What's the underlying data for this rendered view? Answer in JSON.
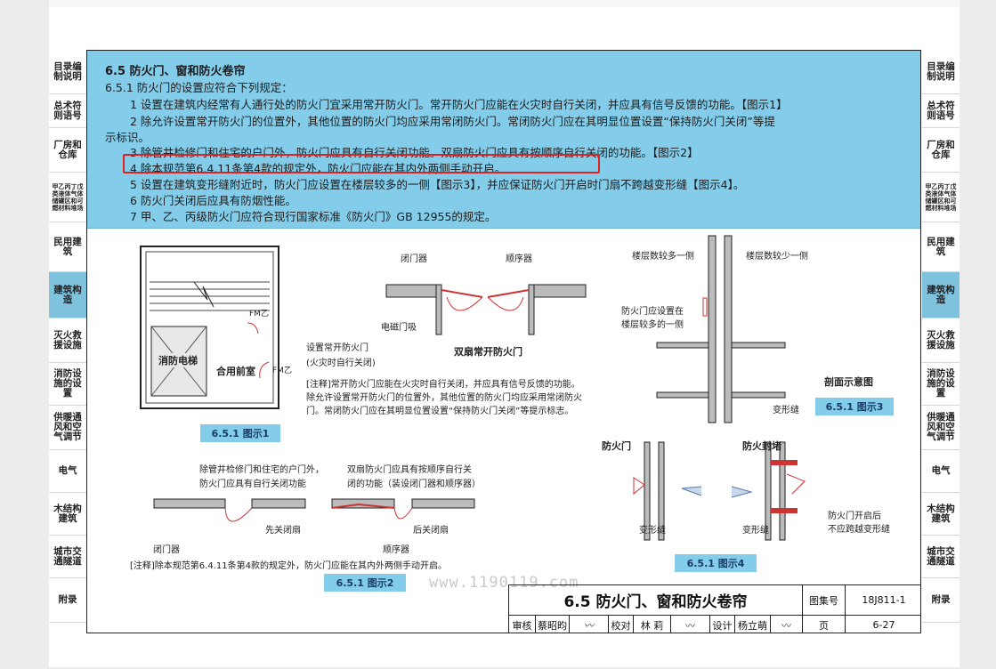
{
  "left_tabs": [
    {
      "label": "目录编制说明",
      "active": false
    },
    {
      "label": "总术符则语号",
      "active": false
    },
    {
      "label": "厂房和仓库",
      "active": false
    },
    {
      "label": "甲乙丙丁戊类液体气体储罐区和可燃材料堆场",
      "active": false
    },
    {
      "label": "民用建筑",
      "active": false
    },
    {
      "label": "建筑构造",
      "active": true
    },
    {
      "label": "灭火救援设施",
      "active": false
    },
    {
      "label": "消防设施的设置",
      "active": false
    },
    {
      "label": "供暖通风和空气调节",
      "active": false
    },
    {
      "label": "电气",
      "active": false
    },
    {
      "label": "木结构建筑",
      "active": false
    },
    {
      "label": "城市交通隧道",
      "active": false
    },
    {
      "label": "附录",
      "active": false
    }
  ],
  "right_tabs": [
    {
      "label": "目录编制说明",
      "active": false
    },
    {
      "label": "总术符则语号",
      "active": false
    },
    {
      "label": "厂房和仓库",
      "active": false
    },
    {
      "label": "甲乙丙丁戊类液体气体储罐区和可燃材料堆场",
      "active": false
    },
    {
      "label": "民用建筑",
      "active": false
    },
    {
      "label": "建筑构造",
      "active": true
    },
    {
      "label": "灭火救援设施",
      "active": false
    },
    {
      "label": "消防设施的设置",
      "active": false
    },
    {
      "label": "供暖通风和空气调节",
      "active": false
    },
    {
      "label": "电气",
      "active": false
    },
    {
      "label": "木结构建筑",
      "active": false
    },
    {
      "label": "城市交通隧道",
      "active": false
    },
    {
      "label": "附录",
      "active": false
    }
  ],
  "text": {
    "section_title": "6.5  防火门、窗和防火卷帘",
    "clause": "6.5.1  防火门的设置应符合下列规定：",
    "item1": "1  设置在建筑内经常有人通行处的防火门宜采用常开防火门。常开防火门应能在火灾时自行关闭，并应具有信号反馈的功能。【图示1】",
    "item2a": "2  除允许设置常开防火门的位置外，其他位置的防火门均应采用常闭防火门。常闭防火门应在其明显位置设置“保持防火门关闭”等提",
    "item2b": "示标识。",
    "item3": "3  除管井检修门和住宅的户门外，防火门应具有自行关闭功能。双扇防火门应具有按顺序自行关闭的功能。【图示2】",
    "item4": "4  除本规范第6.4.11条第4款的规定外，防火门应能在其内外两侧手动开启。",
    "item5": "5  设置在建筑变形缝附近时，防火门应设置在楼层较多的一侧【图示3】，并应保证防火门开启时门扇不跨越变形缝【图示4】。",
    "item6": "6  防火门关闭后应具有防烟性能。",
    "item7": "7  甲、乙、丙级防火门应符合现行国家标准《防火门》GB 12955的规定。"
  },
  "fig1": {
    "caption": "6.5.1 图示1",
    "elevator": "消防电梯",
    "lobby": "合用前室",
    "fm1": "FM乙",
    "fm2": "FM乙",
    "callout1": "设置常开防火门",
    "callout2": "(火灾时自行关闭)"
  },
  "fig_double": {
    "closer": "闭门器",
    "sequencer": "顺序器",
    "magnet": "电磁门吸",
    "title": "双扇常开防火门"
  },
  "note1": {
    "line1": "[注释]常开防火门应能在火灾时自行关闭，并应具有信号反馈的功能。",
    "line2": "除允许设置常开防火门的位置外，其他位置的防火门均应采用常闭防火",
    "line3": "门。常闭防火门应在其明显位置设置“保持防火门关闭”等提示标志。"
  },
  "fig2": {
    "caption": "6.5.1 图示2",
    "label_a1": "除管井检修门和住宅的户门外，",
    "label_a2": "防火门应具有自行关闭功能",
    "label_b1": "双扇防火门应具有按顺序自行关",
    "label_b2": "闭的功能（装设闭门器和顺序器）",
    "first_leaf": "先关闭扇",
    "second_leaf": "后关闭扇",
    "closer": "闭门器",
    "sequencer": "顺序器",
    "note": "[注释]除本规范第6.4.11条第4款的规定外，防火门应能在其内外两侧手动开启。"
  },
  "fig3": {
    "caption": "6.5.1 图示3",
    "more_side": "楼层数较多一侧",
    "less_side": "楼层数较少一侧",
    "door_note1": "防火门应设置在",
    "door_note2": "楼层较多的一侧",
    "section": "剖面示意图",
    "joint": "变形缝"
  },
  "fig4": {
    "caption": "6.5.1 图示4",
    "door": "防火门",
    "seal": "防火封堵",
    "joint1": "变形缝",
    "joint2": "变形缝",
    "open_note1": "防火门开启后",
    "open_note2": "不应跨越变形缝"
  },
  "title_block": {
    "title": "6.5  防火门、窗和防火卷帘",
    "atlas_label": "图集号",
    "atlas_no": "18J811-1",
    "page_label": "页",
    "page_no": "6-27",
    "review_label": "审核",
    "reviewer": "蔡昭昀",
    "check_label": "校对",
    "checker": "林  莉",
    "design_label": "设计",
    "designer": "杨立萌"
  },
  "watermark": "www.1190119.com",
  "colors": {
    "panel": "#84cdea",
    "active_tab": "#7ec2de",
    "highlight": "#e02020"
  }
}
